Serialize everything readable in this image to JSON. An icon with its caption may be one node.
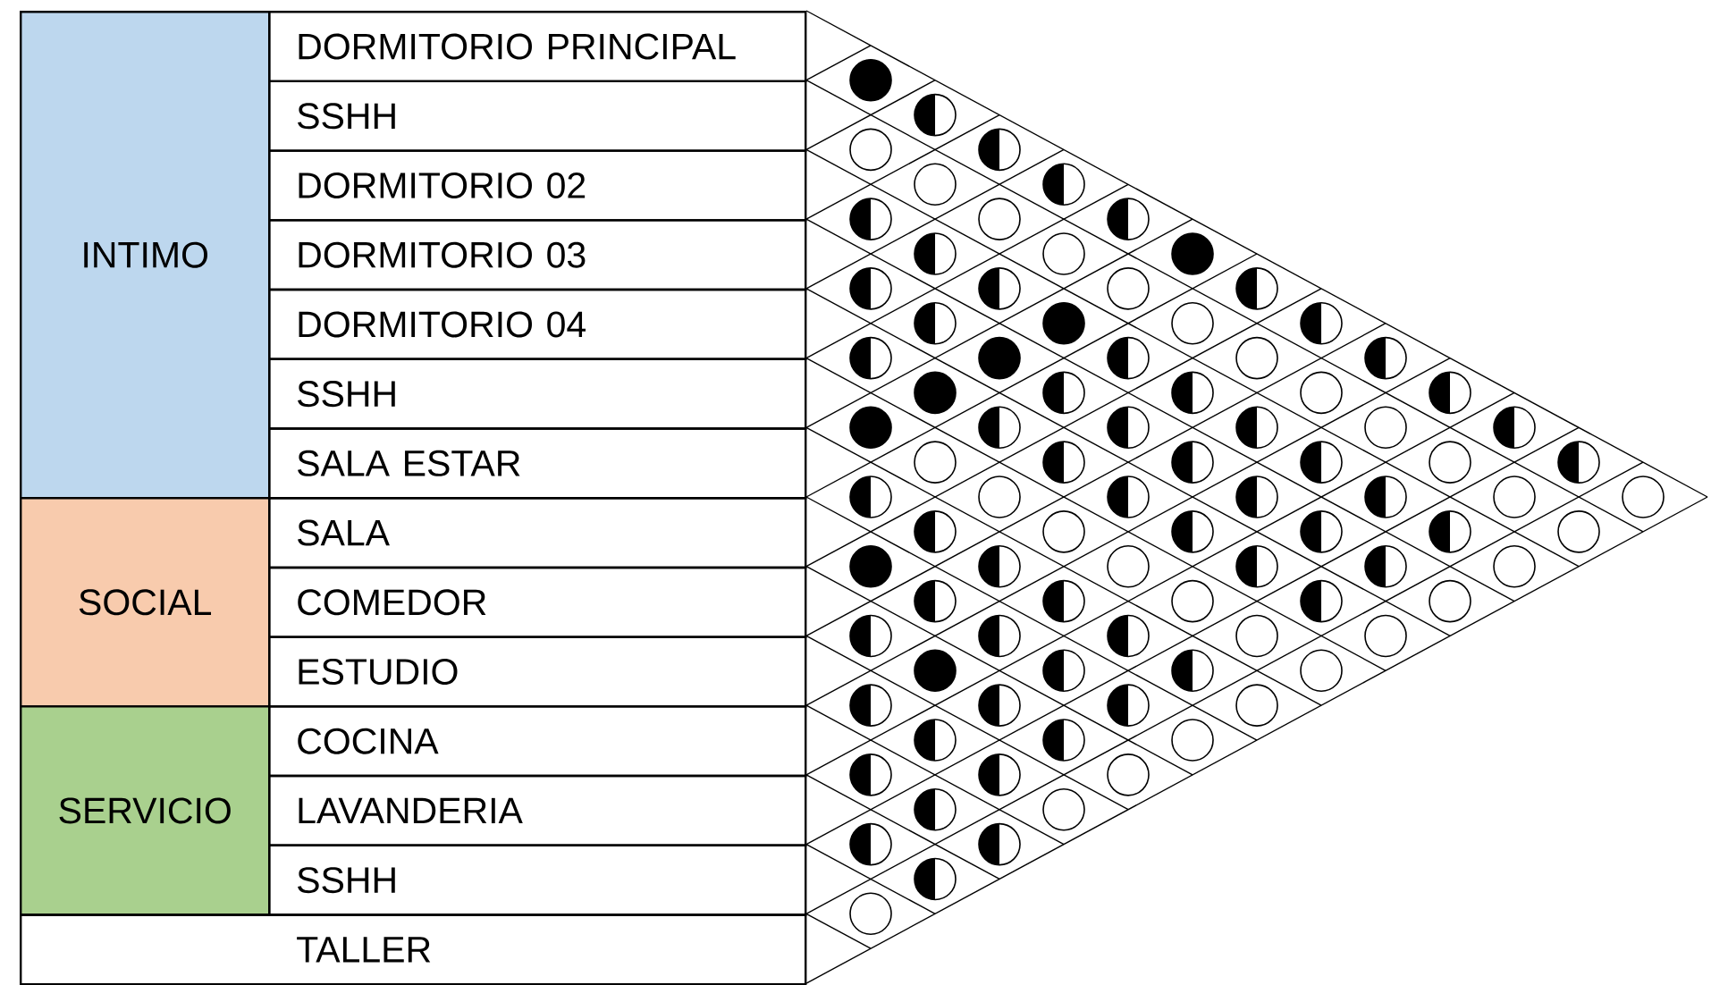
{
  "diagram": {
    "nodes": [
      {
        "text": [
          "INTIMO"
        ]
      },
      {
        "text": [
          "DORMITORIO PRINCIPAL"
        ]
      },
      {
        "text": [
          "SSHH"
        ]
      },
      {
        "text": [
          "DORMITORIO 02"
        ]
      },
      {
        "text": [
          "DORMITORIO 03"
        ]
      },
      {
        "text": [
          "DORMITORIO 04"
        ]
      },
      {
        "text": [
          "SSHH"
        ]
      },
      {
        "text": [
          "SALA ESTAR"
        ]
      },
      {
        "text": [
          "SOCIAL"
        ]
      },
      {
        "text": [
          "SALA"
        ]
      },
      {
        "text": [
          "COMEDOR"
        ]
      },
      {
        "text": [
          "ESTUDIO"
        ]
      },
      {
        "text": [
          "SERVICIO"
        ]
      },
      {
        "text": [
          "COCINA"
        ]
      },
      {
        "text": [
          "LAVANDERIA"
        ]
      },
      {
        "text": [
          "SSHH"
        ]
      },
      {
        "text": [
          "TALLER"
        ]
      },
      {
        "text": [],
        "shape": "dot"
      },
      {
        "text": [],
        "shape": "half-circle"
      },
      {
        "text": [],
        "shape": "circle"
      },
      {
        "text": [],
        "shape": "half-circle"
      },
      {
        "text": [],
        "shape": "circle"
      },
      {
        "text": [],
        "shape": "half-circle"
      },
      {
        "text": [],
        "shape": "half-circle"
      },
      {
        "text": [],
        "shape": "circle"
      },
      {
        "text": [],
        "shape": "half-circle"
      },
      {
        "text": [],
        "shape": "half-circle"
      },
      {
        "text": [],
        "shape": "circle"
      },
      {
        "text": [],
        "shape": "dot"
      },
      {
        "text": [],
        "shape": "half-circle"
      },
      {
        "text": [],
        "shape": "half-circle"
      },
      {
        "text": [],
        "shape": "circle"
      },
      {
        "text": [],
        "shape": "half-circle"
      },
      {
        "text": [],
        "shape": "half-circle"
      },
      {
        "text": [],
        "shape": "dot"
      },
      {
        "text": [],
        "shape": "circle"
      },
      {
        "text": [],
        "shape": "half-circle"
      },
      {
        "text": [],
        "shape": "half-circle"
      },
      {
        "text": [],
        "shape": "dot"
      },
      {
        "text": [],
        "shape": "half-circle"
      },
      {
        "text": [],
        "shape": "circle"
      },
      {
        "text": [],
        "shape": "half-circle"
      },
      {
        "text": [],
        "shape": "dot"
      },
      {
        "text": [],
        "shape": "half-circle"
      },
      {
        "text": [],
        "shape": "half-circle"
      },
      {
        "text": [],
        "shape": "circle"
      },
      {
        "text": [],
        "shape": "half-circle"
      },
      {
        "text": [],
        "shape": "dot"
      },
      {
        "text": [],
        "shape": "half-circle"
      },
      {
        "text": [],
        "shape": "half-circle"
      },
      {
        "text": [],
        "shape": "half-circle"
      },
      {
        "text": [],
        "shape": "circle"
      },
      {
        "text": [],
        "shape": "half-circle"
      },
      {
        "text": [],
        "shape": "circle"
      },
      {
        "text": [],
        "shape": "half-circle"
      },
      {
        "text": [],
        "shape": "half-circle"
      },
      {
        "text": [],
        "shape": "half-circle"
      },
      {
        "text": [],
        "shape": "circle"
      },
      {
        "text": [],
        "shape": "half-circle"
      },
      {
        "text": [],
        "shape": "half-circle"
      },
      {
        "text": [],
        "shape": "circle"
      },
      {
        "text": [],
        "shape": "half-circle"
      },
      {
        "text": [],
        "shape": "half-circle"
      },
      {
        "text": [],
        "shape": "half-circle"
      },
      {
        "text": [],
        "shape": "circle"
      },
      {
        "text": [],
        "shape": "circle"
      },
      {
        "text": [],
        "shape": "half-circle"
      },
      {
        "text": [],
        "shape": "circle"
      },
      {
        "text": [],
        "shape": "half-circle"
      },
      {
        "text": [],
        "shape": "half-circle"
      },
      {
        "text": [],
        "shape": "half-circle"
      },
      {
        "text": [],
        "shape": "circle"
      },
      {
        "text": [],
        "shape": "dot"
      },
      {
        "text": [],
        "shape": "half-circle"
      },
      {
        "text": [],
        "shape": "circle"
      },
      {
        "text": [],
        "shape": "half-circle"
      },
      {
        "text": [],
        "shape": "half-circle"
      },
      {
        "text": [],
        "shape": "circle"
      },
      {
        "text": [],
        "shape": "half-circle"
      },
      {
        "text": [],
        "shape": "half-circle"
      },
      {
        "text": [],
        "shape": "circle"
      },
      {
        "text": [],
        "shape": "half-circle"
      },
      {
        "text": [],
        "shape": "circle"
      },
      {
        "text": [],
        "shape": "half-circle"
      },
      {
        "text": [],
        "shape": "half-circle"
      },
      {
        "text": [],
        "shape": "half-circle"
      },
      {
        "text": [],
        "shape": "circle"
      },
      {
        "text": [],
        "shape": "circle"
      },
      {
        "text": [],
        "shape": "dot"
      },
      {
        "text": [],
        "shape": "half-circle"
      },
      {
        "text": [],
        "shape": "half-circle"
      },
      {
        "text": [],
        "shape": "circle"
      },
      {
        "text": [],
        "shape": "half-circle"
      },
      {
        "text": [],
        "shape": "half-circle"
      },
      {
        "text": [],
        "shape": "half-circle"
      },
      {
        "text": [],
        "shape": "circle"
      },
      {
        "text": [],
        "shape": "half-circle"
      },
      {
        "text": [],
        "shape": "half-circle"
      },
      {
        "text": [],
        "shape": "circle"
      },
      {
        "text": [],
        "shape": "half-circle"
      },
      {
        "text": [],
        "shape": "half-circle"
      },
      {
        "text": [],
        "shape": "circle"
      },
      {
        "text": [],
        "shape": "half-circle"
      },
      {
        "text": [],
        "shape": "circle"
      },
      {
        "text": [],
        "shape": "half-circle"
      },
      {
        "text": [],
        "shape": "half-circle"
      },
      {
        "text": [],
        "shape": "half-circle"
      },
      {
        "text": [],
        "shape": "circle"
      }
    ]
  }
}
